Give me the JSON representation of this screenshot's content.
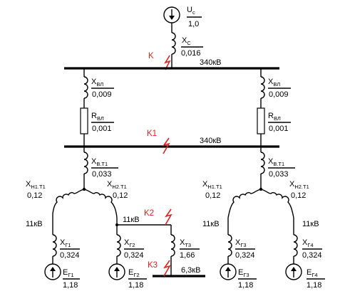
{
  "source": {
    "name": "U",
    "sub": "c",
    "value": "1,0"
  },
  "system_reactance": {
    "name": "X",
    "sub": "C",
    "value": "0,016"
  },
  "faults": {
    "k": "K",
    "k1": "K1",
    "k2": "K2",
    "k3": "K3"
  },
  "buses": {
    "top_voltage": "340кВ",
    "mid_voltage": "340кВ",
    "low_voltage": "6,3кВ",
    "gen_voltage": "11кВ"
  },
  "lines": {
    "left_x": {
      "name": "X",
      "sub": "ВЛ",
      "value": "0,009"
    },
    "left_r": {
      "name": "R",
      "sub": "ВЛ",
      "value": "0,001"
    },
    "right_x": {
      "name": "X",
      "sub": "ВЛ",
      "value": "0,009"
    },
    "right_r": {
      "name": "R",
      "sub": "ВЛ",
      "value": "0,001"
    }
  },
  "transformers": {
    "left_b": {
      "name": "X",
      "sub": "В.Т1",
      "value": "0,033"
    },
    "right_b": {
      "name": "X",
      "sub": "В.Т1",
      "value": "0,033"
    },
    "left_h1": {
      "name": "X",
      "sub": "Н1.Т1",
      "value": "0,12"
    },
    "left_h2": {
      "name": "X",
      "sub": "Н2.Т1",
      "value": "0,12"
    },
    "right_h1": {
      "name": "X",
      "sub": "Н1.Т1",
      "value": "0,12"
    },
    "right_h2": {
      "name": "X",
      "sub": "Н2.Т1",
      "value": "0,12"
    },
    "t3": {
      "name": "X",
      "sub": "Т3",
      "value": "1,66"
    }
  },
  "generators": [
    {
      "x": {
        "name": "X",
        "sub": "Г1",
        "value": "0,324"
      },
      "e": {
        "name": "E",
        "sub": "Г1",
        "value": "1,18"
      }
    },
    {
      "x": {
        "name": "X",
        "sub": "Г2",
        "value": "0,324"
      },
      "e": {
        "name": "E",
        "sub": "Г2",
        "value": "1,18"
      }
    },
    {
      "x": {
        "name": "X",
        "sub": "Г3",
        "value": "0,324"
      },
      "e": {
        "name": "E",
        "sub": "Г3",
        "value": "1,18"
      }
    },
    {
      "x": {
        "name": "X",
        "sub": "Г4",
        "value": "0,324"
      },
      "e": {
        "name": "E",
        "sub": "Г4",
        "value": "1,18"
      }
    }
  ]
}
